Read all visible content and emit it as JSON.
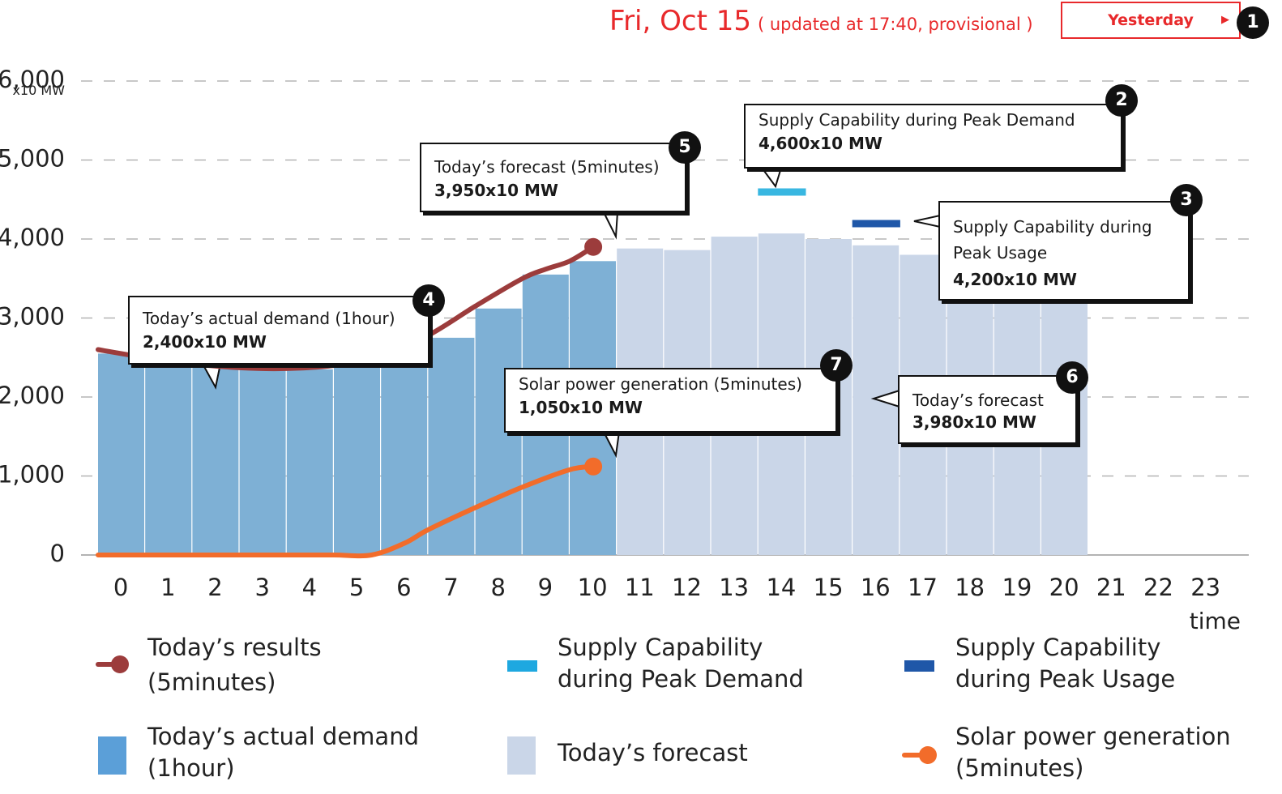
{
  "header": {
    "date": "Fri, Oct 15",
    "updated": "( updated at 17:40, provisional )",
    "yesterday_label": "Yesterday",
    "yesterday_arrow": "▶"
  },
  "badges": [
    "1",
    "2",
    "3",
    "4",
    "5",
    "6",
    "7"
  ],
  "callouts": {
    "peak_demand": {
      "title": "Supply Capability during Peak Demand",
      "value": "4,600x10 MW"
    },
    "peak_usage": {
      "title": "Supply Capability during Peak Usage",
      "value": "4,200x10 MW"
    },
    "actual": {
      "title": "Today’s actual demand (1hour)",
      "value": "2,400x10 MW"
    },
    "forecast5": {
      "title": "Today’s forecast (5minutes)",
      "value": "3,950x10 MW"
    },
    "forecast": {
      "title": "Today’s forecast",
      "value": "3,980x10 MW"
    },
    "solar": {
      "title": "Solar power generation (5minutes)",
      "value": "1,050x10 MW"
    }
  },
  "legend": {
    "results": {
      "line1": "Today’s results",
      "line2": "(5minutes)"
    },
    "peak_demand": {
      "line1": "Supply Capability",
      "line2": "during Peak Demand"
    },
    "peak_usage": {
      "line1": "Supply Capability",
      "line2": "during Peak Usage"
    },
    "actual": {
      "line1": "Today’s actual demand",
      "line2": "(1hour)"
    },
    "forecast": {
      "line1": "Today’s forecast"
    },
    "solar": {
      "line1": "Solar power generation",
      "line2": "(5minutes)"
    }
  },
  "colors": {
    "actual_bar": "#7eb0d5",
    "forecast_bar": "#cad6e8",
    "results_line": "#9c3c3c",
    "solar_line": "#f26c2a",
    "peak_demand": "#39b7e1",
    "peak_usage": "#1f57a8",
    "accent": "#e8292b",
    "legend_actual": "#5b9fd8",
    "legend_peak_demand": "#1ea8e0"
  },
  "chart_data": {
    "type": "bar",
    "ylabel_unit": "x10 MW",
    "xlabel": "time",
    "ylim": [
      0,
      6000
    ],
    "yticks": [
      0,
      1000,
      2000,
      3000,
      4000,
      5000,
      6000
    ],
    "ytick_labels": [
      "0",
      "1,000",
      "2,000",
      "3,000",
      "4,000",
      "5,000",
      "6,000"
    ],
    "categories": [
      "0",
      "1",
      "2",
      "3",
      "4",
      "5",
      "6",
      "7",
      "8",
      "9",
      "10",
      "11",
      "12",
      "13",
      "14",
      "15",
      "16",
      "17",
      "18",
      "19",
      "20",
      "21",
      "22",
      "23"
    ],
    "grid": true,
    "series": [
      {
        "name": "Today’s actual demand (1hour)",
        "values": [
          2550,
          2450,
          2400,
          2350,
          2350,
          2400,
          2500,
          2750,
          3120,
          3550,
          3720,
          null,
          null,
          null,
          null,
          null,
          null,
          null,
          null,
          null,
          null,
          null,
          null,
          null
        ]
      },
      {
        "name": "Today’s forecast",
        "values": [
          null,
          null,
          null,
          null,
          null,
          null,
          null,
          null,
          null,
          null,
          null,
          3880,
          3860,
          4030,
          4070,
          4000,
          3920,
          3800,
          3650,
          3500,
          3350,
          null,
          null,
          null
        ]
      },
      {
        "name": "Today’s results (5minutes)",
        "type": "line",
        "x": [
          0,
          1,
          2,
          3,
          4,
          5,
          6,
          7,
          8,
          9,
          9.5,
          10,
          10.5
        ],
        "values": [
          2600,
          2500,
          2420,
          2370,
          2360,
          2400,
          2520,
          2780,
          3150,
          3500,
          3620,
          3720,
          3900
        ]
      },
      {
        "name": "Solar power generation (5minutes)",
        "type": "line",
        "x": [
          0,
          1,
          2,
          3,
          4,
          5,
          5.8,
          6.5,
          7,
          8,
          9,
          10,
          10.5
        ],
        "values": [
          0,
          0,
          0,
          0,
          0,
          0,
          0,
          150,
          320,
          600,
          860,
          1080,
          1120
        ]
      },
      {
        "name": "Supply Capability during Peak Demand",
        "type": "segment",
        "x": 14,
        "value": 4600
      },
      {
        "name": "Supply Capability during Peak Usage",
        "type": "segment",
        "x": 16,
        "value": 4200
      }
    ]
  }
}
